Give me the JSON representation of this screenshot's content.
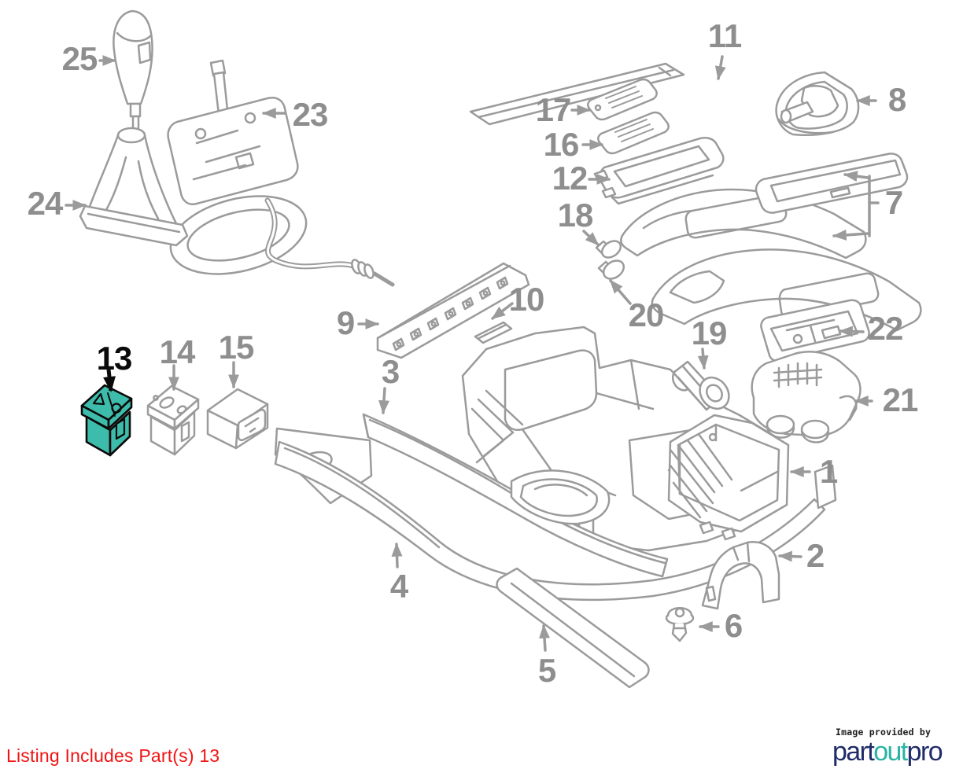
{
  "diagram": {
    "kind": "exploded-parts-diagram",
    "highlighted_part": "13",
    "colors": {
      "line": "#9B9B9B",
      "label": "#8E8E8E",
      "highlight_fill": "#3EBCAB",
      "highlight_stroke": "#0A0A0A",
      "note_red": "#F11414",
      "logo_navy": "#1F2C69",
      "logo_teal": "#2BB3A3"
    },
    "parts": {
      "p1": {
        "num": "1"
      },
      "p2": {
        "num": "2"
      },
      "p3": {
        "num": "3"
      },
      "p4": {
        "num": "4"
      },
      "p5": {
        "num": "5"
      },
      "p6": {
        "num": "6"
      },
      "p7": {
        "num": "7"
      },
      "p8": {
        "num": "8"
      },
      "p9": {
        "num": "9"
      },
      "p10": {
        "num": "10"
      },
      "p11": {
        "num": "11"
      },
      "p12": {
        "num": "12"
      },
      "p13": {
        "num": "13"
      },
      "p14": {
        "num": "14"
      },
      "p15": {
        "num": "15"
      },
      "p16": {
        "num": "16"
      },
      "p17": {
        "num": "17"
      },
      "p18": {
        "num": "18"
      },
      "p19": {
        "num": "19"
      },
      "p20": {
        "num": "20"
      },
      "p21": {
        "num": "21"
      },
      "p22": {
        "num": "22"
      },
      "p23": {
        "num": "23"
      },
      "p24": {
        "num": "24"
      },
      "p25": {
        "num": "25"
      }
    }
  },
  "footer": {
    "listing_note": "Listing Includes Part(s) 13"
  },
  "branding": {
    "caption": "Image provided by",
    "logo": {
      "seg1": "part",
      "seg2": "out",
      "seg3": "pro"
    }
  }
}
